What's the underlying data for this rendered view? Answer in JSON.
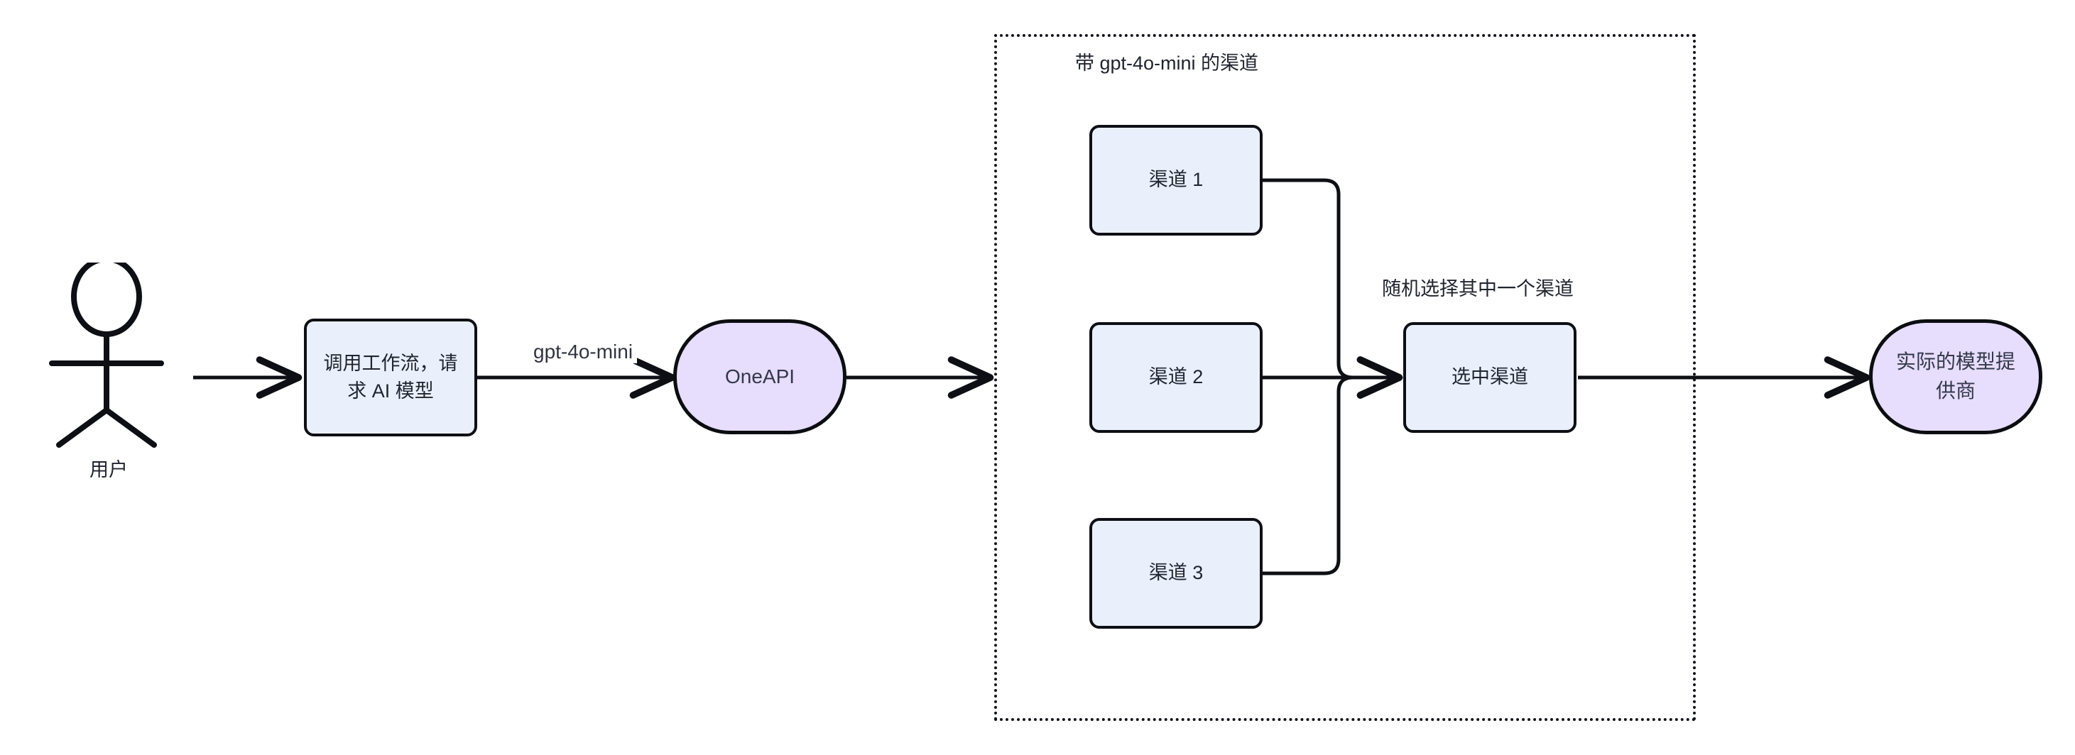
{
  "diagram": {
    "type": "flowchart",
    "title": "",
    "background_color": "#ffffff",
    "stroke_color": "#0d0f14",
    "process_fill": "#eaf0fb",
    "terminal_fill": "#e7ddfd",
    "actor": {
      "icon": "stick-figure-user-icon",
      "label": "用户"
    },
    "nodes": [
      {
        "id": "workflow-request",
        "label": "调用工作流，请\n求 AI 模型",
        "line1": "调用工作流，请",
        "line2": "求 AI 模型",
        "shape": "rounded-rect",
        "fill": "#eaf0fb"
      },
      {
        "id": "oneapi",
        "label": "OneAPI",
        "shape": "stadium",
        "fill": "#e7ddfd"
      },
      {
        "id": "channel-1",
        "label": "渠道 1",
        "shape": "rounded-rect",
        "fill": "#eaf0fb"
      },
      {
        "id": "channel-2",
        "label": "渠道 2",
        "shape": "rounded-rect",
        "fill": "#eaf0fb"
      },
      {
        "id": "channel-3",
        "label": "渠道 3",
        "shape": "rounded-rect",
        "fill": "#eaf0fb"
      },
      {
        "id": "selected-channel",
        "label": "选中渠道",
        "shape": "rounded-rect",
        "fill": "#eaf0fb"
      },
      {
        "id": "model-provider",
        "label": "实际的模型提\n供商",
        "line1": "实际的模型提",
        "line2": "供商",
        "shape": "stadium",
        "fill": "#e7ddfd"
      }
    ],
    "group": {
      "id": "channel-group",
      "label": "带 gpt-4o-mini 的渠道",
      "border_style": "dotted"
    },
    "edge_labels": [
      {
        "id": "model-name",
        "text": "gpt-4o-mini"
      },
      {
        "id": "random-pick",
        "text": "随机选择其中一个渠道"
      }
    ],
    "edges": [
      {
        "from": "用户",
        "to": "调用工作流，请求 AI 模型",
        "label": ""
      },
      {
        "from": "调用工作流，请求 AI 模型",
        "to": "OneAPI",
        "label": "gpt-4o-mini"
      },
      {
        "from": "OneAPI",
        "to": "带 gpt-4o-mini 的渠道",
        "label": ""
      },
      {
        "from": "渠道 1",
        "to": "选中渠道",
        "label": ""
      },
      {
        "from": "渠道 2",
        "to": "选中渠道",
        "label": ""
      },
      {
        "from": "渠道 3",
        "to": "选中渠道",
        "label": ""
      },
      {
        "from": "选中渠道",
        "to": "实际的模型提供商",
        "label": ""
      }
    ]
  }
}
